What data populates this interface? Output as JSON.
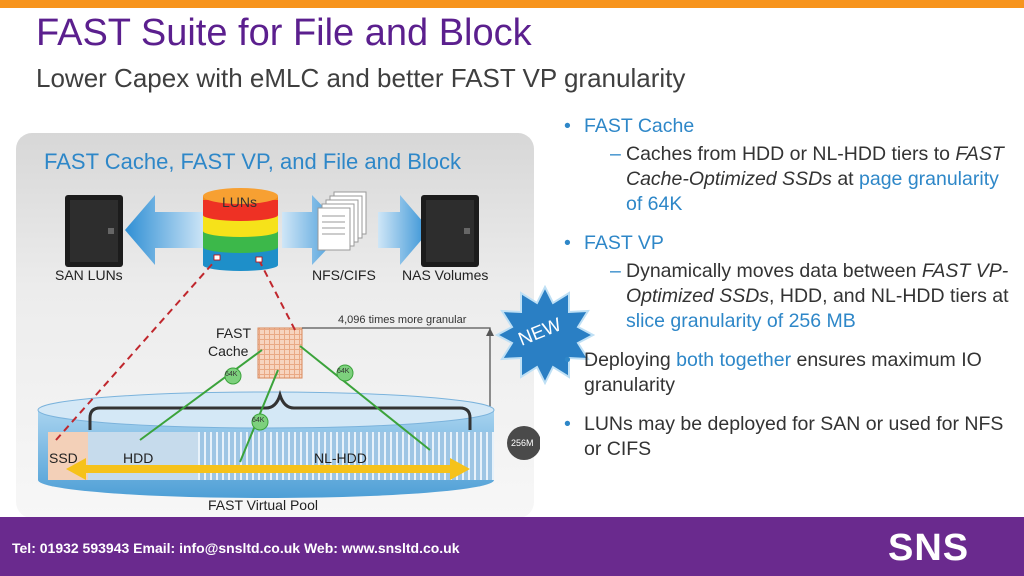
{
  "slide": {
    "title": "FAST Suite for File and Block",
    "subtitle": "Lower Capex with eMLC and better FAST VP granularity"
  },
  "diagram": {
    "panel_title": "FAST Cache, FAST VP, and File and Block",
    "luns_label": "LUNs",
    "san_luns": "SAN LUNs",
    "nfs_cifs": "NFS/CIFS",
    "nas_volumes": "NAS Volumes",
    "fast_cache_line1": "FAST",
    "fast_cache_line2": "Cache",
    "granular_note": "4,096 times more granular",
    "new_badge": "NEW",
    "chip_64k": "64K",
    "slice_256m": "256M",
    "ssd": "SSD",
    "hdd": "HDD",
    "nl_hdd": "NL-HDD",
    "pool_label": "FAST Virtual Pool"
  },
  "bullets": {
    "b1": "FAST Cache",
    "b1_sub_a": "Caches from HDD or NL-HDD tiers to",
    "b1_sub_b": "FAST Cache-Optimized SSDs",
    "b1_sub_c": " at ",
    "b1_sub_d": "page granularity of 64K",
    "b2": "FAST VP",
    "b2_sub_a": "Dynamically moves data between",
    "b2_sub_b": "FAST VP-Optimized SSDs",
    "b2_sub_c": ", HDD, and NL-HDD tiers at ",
    "b2_sub_d": "slice granularity of 256 MB",
    "b3_a": "Deploying ",
    "b3_b": "both together",
    "b3_c": " ensures maximum IO granularity",
    "b4": "LUNs may be deployed for SAN or used for NFS or CIFS"
  },
  "footer": {
    "contact": "Tel: 01932 593943   Email:  info@snsltd.co.uk   Web: www.snsltd.co.uk",
    "logo": "SNS"
  },
  "colors": {
    "accent_orange": "#f7941d",
    "title_purple": "#5b1f8e",
    "highlight_blue": "#2e87c8",
    "footer_purple": "#6a2a8e"
  }
}
